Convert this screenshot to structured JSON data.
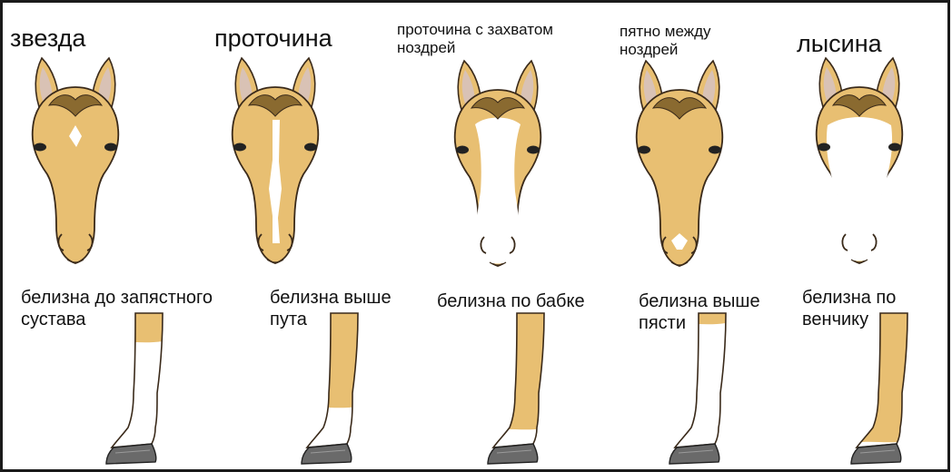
{
  "heads": [
    {
      "label": "звезда",
      "marking": "star"
    },
    {
      "label": "проточина",
      "marking": "stripe"
    },
    {
      "label_lines": [
        "проточина с захватом",
        "ноздрей"
      ],
      "marking": "stripe-nostrils"
    },
    {
      "label_lines": [
        "пятно между",
        "ноздрей"
      ],
      "marking": "snip"
    },
    {
      "label": "лысина",
      "marking": "blaze"
    }
  ],
  "legs": [
    {
      "label_lines": [
        "белизна до запястного",
        "сустава"
      ],
      "white_level": "carpus"
    },
    {
      "label_lines": [
        "белизна выше",
        "пута"
      ],
      "white_level": "fetlock"
    },
    {
      "label_lines": [
        "белизна по бабке"
      ],
      "white_level": "pastern"
    },
    {
      "label_lines": [
        "белизна выше",
        "пясти"
      ],
      "white_level": "metacarpus"
    },
    {
      "label_lines": [
        "белизна по",
        "венчику"
      ],
      "white_level": "coronet"
    }
  ],
  "colors": {
    "coat": "#e8bf72",
    "coat_stroke": "#3a2a1a",
    "mane": "#8a6a30",
    "white": "#ffffff",
    "hoof": "#6a6a6a",
    "ear_inner": "#d9c2b5"
  }
}
